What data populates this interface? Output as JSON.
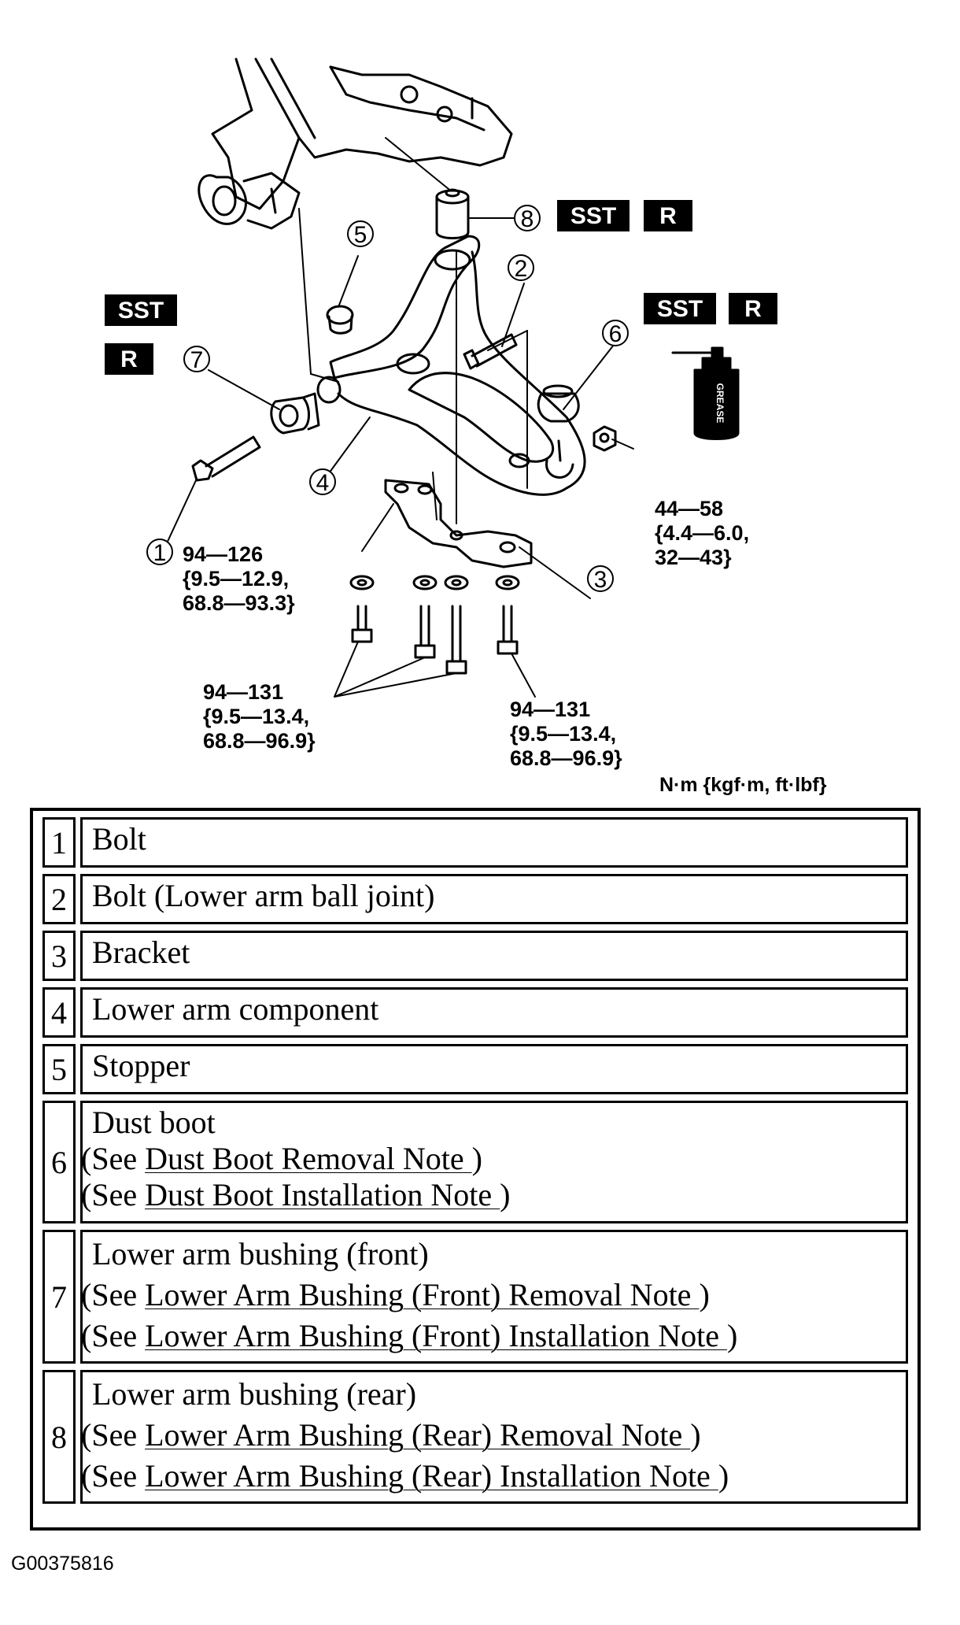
{
  "diagram": {
    "badges": {
      "sst": "SST",
      "r": "R"
    },
    "callouts": [
      "1",
      "2",
      "3",
      "4",
      "5",
      "6",
      "7",
      "8"
    ],
    "grease_label": "GREASE",
    "torques": {
      "t1": [
        "94—126",
        "{9.5—12.9,",
        "68.8—93.3}"
      ],
      "t2": [
        "44—58",
        "{4.4—6.0,",
        "32—43}"
      ],
      "t3": [
        "94—131",
        "{9.5—13.4,",
        "68.8—96.9}"
      ],
      "t4": [
        "94—131",
        "{9.5—13.4,",
        "68.8—96.9}"
      ]
    },
    "units": "N·m {kgf·m, ft·lbf}"
  },
  "parts": [
    {
      "num": "1",
      "name": "Bolt",
      "refs": []
    },
    {
      "num": "2",
      "name": "Bolt (Lower arm ball joint)",
      "refs": []
    },
    {
      "num": "3",
      "name": "Bracket",
      "refs": []
    },
    {
      "num": "4",
      "name": "Lower arm component",
      "refs": []
    },
    {
      "num": "5",
      "name": "Stopper",
      "refs": []
    },
    {
      "num": "6",
      "name": "Dust boot",
      "refs": [
        {
          "prefix": "(See ",
          "link": "Dust Boot Removal Note ",
          "suffix": ")"
        },
        {
          "prefix": "(See ",
          "link": "Dust Boot Installation Note ",
          "suffix": ")"
        }
      ]
    },
    {
      "num": "7",
      "name": "Lower arm bushing (front)",
      "refs": [
        {
          "prefix": "(See ",
          "link": "Lower Arm Bushing (Front) Removal Note ",
          "suffix": ")"
        },
        {
          "prefix": "(See ",
          "link": "Lower Arm Bushing (Front) Installation Note ",
          "suffix": ")"
        }
      ]
    },
    {
      "num": "8",
      "name": "Lower arm bushing (rear)",
      "refs": [
        {
          "prefix": "(See ",
          "link": "Lower Arm Bushing (Rear) Removal Note ",
          "suffix": ")"
        },
        {
          "prefix": "(See ",
          "link": "Lower Arm Bushing (Rear) Installation Note ",
          "suffix": ")"
        }
      ]
    }
  ],
  "figure_id": "G00375816"
}
